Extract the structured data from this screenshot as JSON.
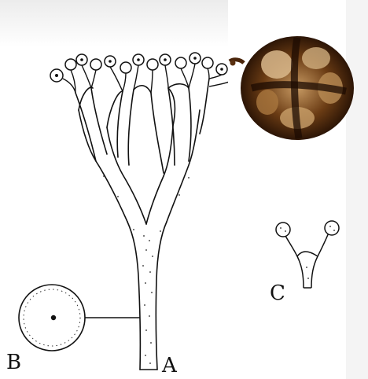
{
  "figure": {
    "labels": {
      "a": "A",
      "b": "B",
      "c": "C"
    },
    "colors": {
      "ink": "#111111",
      "paper": "#ffffff",
      "photo_dark": "#2a1405",
      "photo_mid": "#7a4a1e",
      "photo_light": "#d9b98c"
    }
  }
}
